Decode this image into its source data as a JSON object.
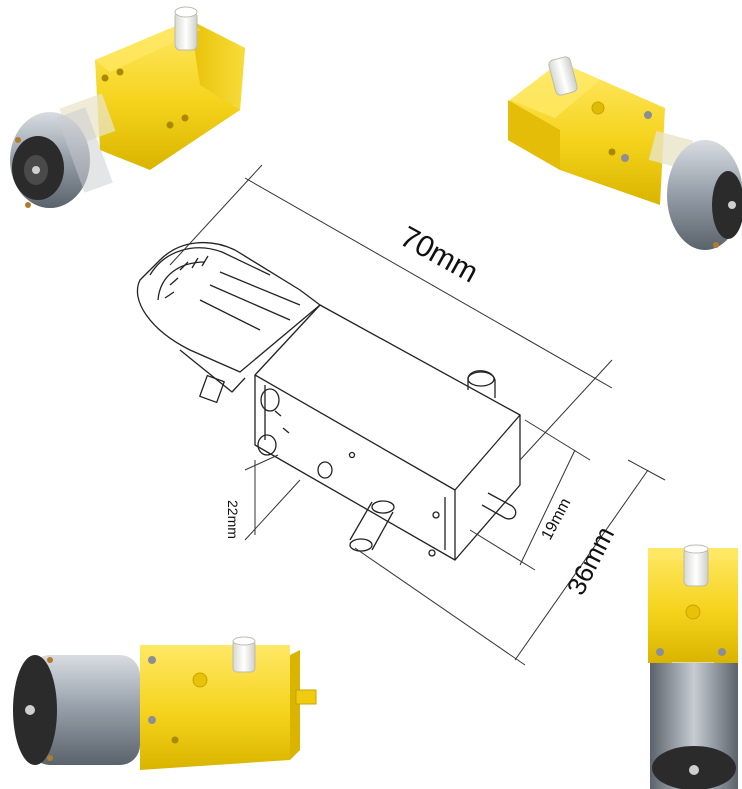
{
  "figure": {
    "dimensions": {
      "length": "70mm",
      "height": "36mm",
      "shaft_spacing": "19mm",
      "shaft_offset": "22mm"
    },
    "colors": {
      "housing": "#f5d31c",
      "housing_shade": "#d9b400",
      "housing_highlight": "#ffe866",
      "motor_can": "#9aa3ad",
      "motor_dark": "#2b2b2b",
      "shaft": "#f2f2ee",
      "line_art": "#222222",
      "screw": "#8b8f94"
    }
  }
}
